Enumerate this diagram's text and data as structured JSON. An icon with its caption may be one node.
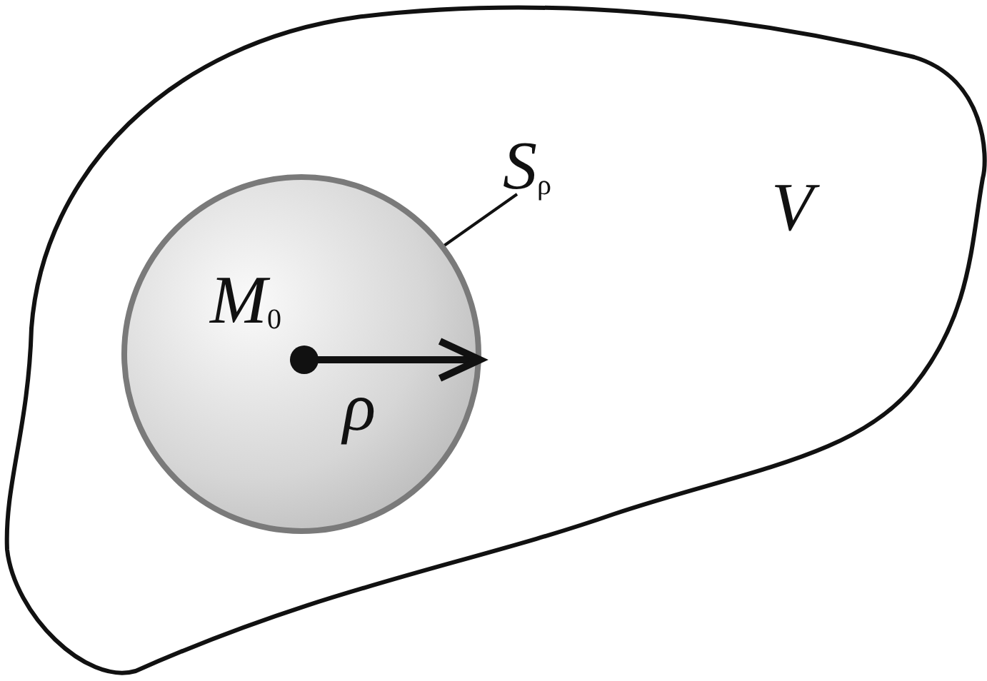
{
  "diagram": {
    "nodes": [
      {
        "text": [
          "V"
        ]
      },
      {
        "text": [
          "M$_{0}$",
          "ρ"
        ],
        "in": 0
      },
      {
        "text": [
          "S$_{ρ}$"
        ],
        "in": 0
      }
    ],
    "edges": [
      {
        "from": 2,
        "to": 1,
        "arrow": "none"
      }
    ]
  }
}
